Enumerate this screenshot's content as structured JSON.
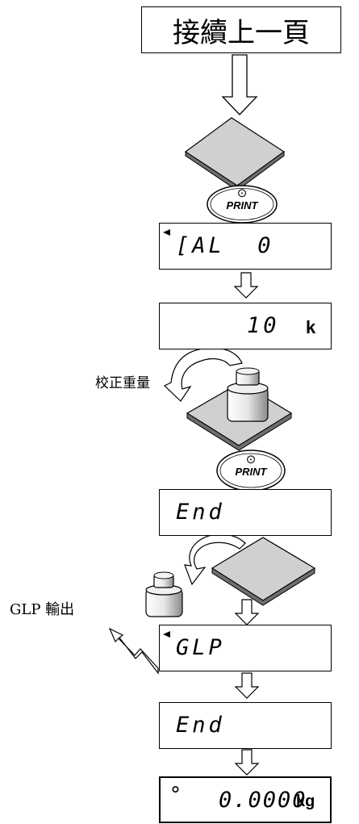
{
  "header": {
    "continue_label": "接續上一頁"
  },
  "print_button": {
    "icon_symbol": "⊙",
    "label": "PRINT"
  },
  "displays": {
    "cal_zero_text": "[AL  0",
    "weight_prompt_value": "10",
    "weight_prompt_unit": "k",
    "end_text_1": "End",
    "glp_text": "GLP",
    "end_text_2": "End",
    "final_value": "0.0000",
    "final_unit": "kg",
    "final_indicator": "°"
  },
  "labels": {
    "calibration_weight": "校正重量",
    "glp_output": "GLP 輸出"
  }
}
